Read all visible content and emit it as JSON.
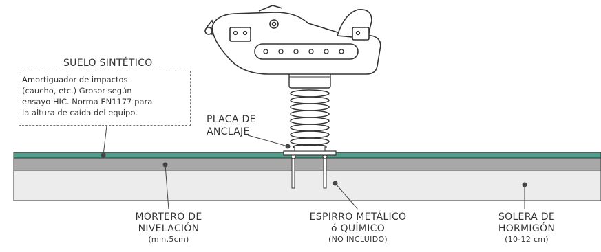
{
  "labels": {
    "synthetic_floor": "SUELO SINTÉTICO",
    "note_lines": [
      "Amortiguador de impactos",
      "(caucho, etc.) Grosor según",
      "ensayo HIC. Norma EN1177 para",
      "la altura de caída del equipo."
    ],
    "anchor_plate": [
      "PLACA DE",
      "ANCLAJE"
    ],
    "leveling_mortar": [
      "MORTERO DE",
      "NIVELACIÓN",
      "(min.5cm)"
    ],
    "anchor_bolt": [
      "ESPIRRO METÁLICO",
      "ó QUÍMICO",
      "(NO INCLUIDO)"
    ],
    "concrete_slab": [
      "SOLERA DE",
      "HORMIGÓN",
      "(10-12 cm)"
    ]
  },
  "colors": {
    "synthetic_layer": "#4f9e8c",
    "mortar_layer": "#a8a8a8",
    "concrete_layer": "#ececec",
    "outline": "#333333",
    "leader": "#444444"
  }
}
